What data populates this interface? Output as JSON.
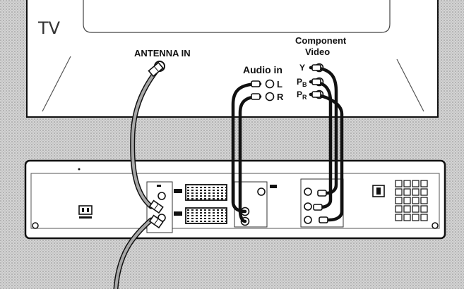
{
  "tv": {
    "label": "TV"
  },
  "antenna": {
    "label": "ANTENNA IN"
  },
  "audio": {
    "label": "Audio in",
    "left": "L",
    "right": "R"
  },
  "component": {
    "line1": "Component",
    "line2": "Video",
    "y": "Y",
    "pb": "P",
    "pb_sub": "B",
    "pr": "P",
    "pr_sub": "R"
  },
  "colors": {
    "background_pattern": "#c8c8c8",
    "outline": "#111111",
    "cable_grey": "#9a9a9a",
    "cable_black": "#111111"
  }
}
